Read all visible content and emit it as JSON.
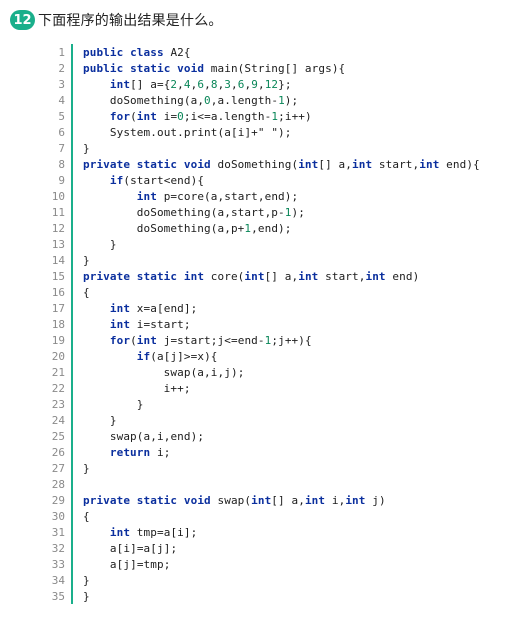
{
  "question": {
    "number": "12",
    "text": "下面程序的输出结果是什么。"
  },
  "colors": {
    "accent": "#1aaf8b",
    "keyword": "#0b2f9e",
    "number": "#098658"
  },
  "code_lines": [
    "public class A2{",
    "public static void main(String[] args){",
    "    int[] a={2,4,6,8,3,6,9,12};",
    "    doSomething(a,0,a.length-1);",
    "    for(int i=0;i<=a.length-1;i++)",
    "    System.out.print(a[i]+\" \");",
    "}",
    "private static void doSomething(int[] a,int start,int end){",
    "    if(start<end){",
    "        int p=core(a,start,end);",
    "        doSomething(a,start,p-1);",
    "        doSomething(a,p+1,end);",
    "    }",
    "}",
    "private static int core(int[] a,int start,int end)",
    "{",
    "    int x=a[end];",
    "    int i=start;",
    "    for(int j=start;j<=end-1;j++){",
    "        if(a[j]>=x){",
    "            swap(a,i,j);",
    "            i++;",
    "        }",
    "    }",
    "    swap(a,i,end);",
    "    return i;",
    "}",
    "",
    "private static void swap(int[] a,int i,int j)",
    "{",
    "    int tmp=a[i];",
    "    a[i]=a[j];",
    "    a[j]=tmp;",
    "}",
    "}"
  ]
}
